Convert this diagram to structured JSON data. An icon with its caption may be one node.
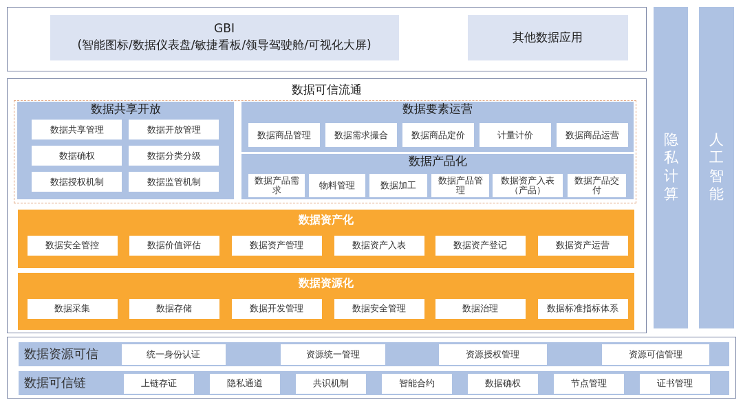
{
  "diagram": {
    "nodes": [
      {
        "text": [],
        "shape": "box"
      },
      {
        "text": [
          "GBI",
          "(智能图标/数据仪表盘/敏捷看板/领导驾驶舱/可视化大屏)"
        ],
        "in": 0
      },
      {
        "text": [
          "其他数据应用"
        ],
        "in": 0
      },
      {
        "text": [
          "隐私计算"
        ]
      },
      {
        "text": [
          "人工智能"
        ]
      },
      {
        "text": [
          "数据可信流通"
        ]
      },
      {
        "text": [],
        "shape": "box",
        "in": 5
      },
      {
        "text": [
          "数据共享开放"
        ],
        "in": 6
      },
      {
        "text": [
          "数据共享管理"
        ],
        "in": 7
      },
      {
        "text": [
          "数据开放管理"
        ],
        "in": 7
      },
      {
        "text": [
          "数据确权"
        ],
        "in": 7
      },
      {
        "text": [
          "数据分类分级"
        ],
        "in": 7
      },
      {
        "text": [
          "数据授权机制"
        ],
        "in": 7
      },
      {
        "text": [
          "数据监管机制"
        ],
        "in": 7
      },
      {
        "text": [
          "数据要素运营"
        ],
        "in": 6
      },
      {
        "text": [
          "数据商品管理"
        ],
        "in": 14
      },
      {
        "text": [
          "数据需求撮合"
        ],
        "in": 14
      },
      {
        "text": [
          "数据商品定价"
        ],
        "in": 14
      },
      {
        "text": [
          "计量计价"
        ],
        "in": 14
      },
      {
        "text": [
          "数据商品运营"
        ],
        "in": 14
      },
      {
        "text": [
          "数据产品化"
        ],
        "in": 6
      },
      {
        "text": [
          "数据产品需求"
        ],
        "in": 20
      },
      {
        "text": [
          "物料管理"
        ],
        "in": 20
      },
      {
        "text": [
          "数据加工"
        ],
        "in": 20
      },
      {
        "text": [
          "数据产品管理"
        ],
        "in": 20
      },
      {
        "text": [
          "数据资产入表（产品）"
        ],
        "in": 20
      },
      {
        "text": [
          "数据产品交付"
        ],
        "in": 20
      },
      {
        "text": [
          "数据资产化"
        ],
        "in": 5
      },
      {
        "text": [
          "数据安全管控"
        ],
        "in": 27
      },
      {
        "text": [
          "数据价值评估"
        ],
        "in": 27
      },
      {
        "text": [
          "数据资产管理"
        ],
        "in": 27
      },
      {
        "text": [
          "数据资产入表"
        ],
        "in": 27
      },
      {
        "text": [
          "数据资产登记"
        ],
        "in": 27
      },
      {
        "text": [
          "数据资产运营"
        ],
        "in": 27
      },
      {
        "text": [
          "数据资源化"
        ],
        "in": 5
      },
      {
        "text": [
          "数据采集"
        ],
        "in": 34
      },
      {
        "text": [
          "数据存储"
        ],
        "in": 34
      },
      {
        "text": [
          "数据开发管理"
        ],
        "in": 34
      },
      {
        "text": [
          "数据安全管理"
        ],
        "in": 34
      },
      {
        "text": [
          "数据治理"
        ],
        "in": 34
      },
      {
        "text": [
          "数据标准指标体系"
        ],
        "in": 34
      },
      {
        "text": [],
        "shape": "box"
      },
      {
        "text": [
          "数据资源可信"
        ],
        "in": 41
      },
      {
        "text": [
          "统一身份认证"
        ],
        "in": 42
      },
      {
        "text": [
          "资源统一管理"
        ],
        "in": 42
      },
      {
        "text": [
          "资源授权管理"
        ],
        "in": 42
      },
      {
        "text": [
          "资源可信管理"
        ],
        "in": 42
      },
      {
        "text": [
          "数据可信链"
        ],
        "in": 41
      },
      {
        "text": [
          "上链存证"
        ],
        "in": 47
      },
      {
        "text": [
          "隐私通道"
        ],
        "in": 47
      },
      {
        "text": [
          "共识机制"
        ],
        "in": 47
      },
      {
        "text": [
          "智能合约"
        ],
        "in": 47
      },
      {
        "text": [
          "数据确权"
        ],
        "in": 47
      },
      {
        "text": [
          "节点管理"
        ],
        "in": 47
      },
      {
        "text": [
          "证书管理"
        ],
        "in": 47
      }
    ]
  }
}
